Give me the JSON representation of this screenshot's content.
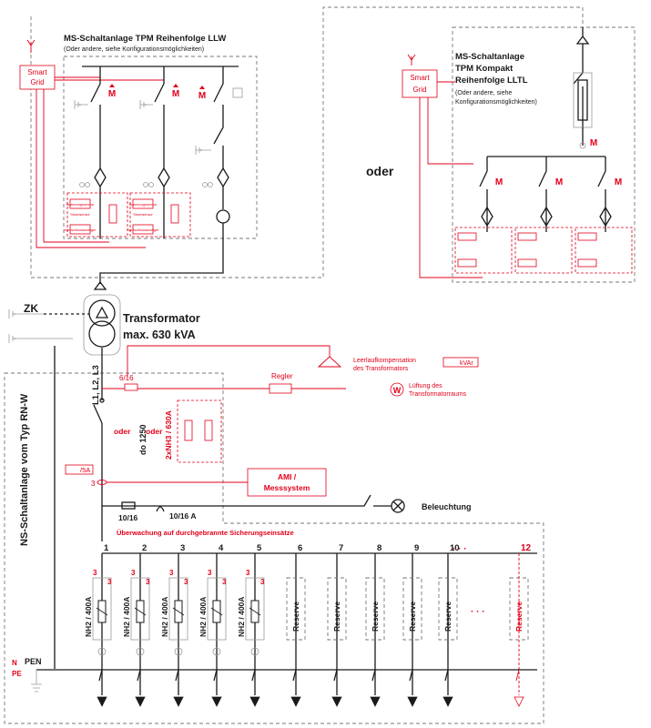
{
  "ms_llw": {
    "title": "MS-Schaltanlage TPM Reihenfolge LLW",
    "subtitle": "(Oder andere, siehe Konfigurationsmöglichkeiten)",
    "smart_grid": [
      "Smart",
      "Grid"
    ],
    "motor": "M",
    "spannungs": "Spannungssensor",
    "strom": "Stromsensor",
    "kurzschluss": "Kurzschlussanzeiger",
    "uberspannung": "Überspannungsschutz"
  },
  "ms_lltl": {
    "lines": [
      "MS-Schaltanlage",
      "TPM Kompakt",
      "Reihenfolge LLTL"
    ],
    "subtitle": [
      "(Oder andere, siehe",
      "Konfigurationsmöglichkeiten)"
    ],
    "smart_grid": [
      "Smart",
      "Grid"
    ],
    "motor": "M"
  },
  "oder_big": "oder",
  "zk": "ZK",
  "transformer": {
    "line1": "Transformator",
    "line2": "max. 630 kVA"
  },
  "ns": {
    "vertical_title": "NS-Schaltanlage vom Typ RN-W"
  },
  "phases": "L1, L2, L3",
  "labels": {
    "fuse_6_16": "6/16",
    "regler": "Regler",
    "leerlauf": [
      "Leerlaufkompensation",
      "des Transformators"
    ],
    "kvar": "kVAr",
    "w": "W",
    "lueftung": [
      "Lüftung des",
      "Transformatorraums"
    ],
    "oder1": "oder",
    "oder2": "oder",
    "do1250": "do 1250",
    "nh3": "2xNH3 / 630A",
    "ct": "/5A",
    "three": "3",
    "ami": [
      "AMI /",
      "Messsystem"
    ],
    "beleuchtung": "Beleuchtung",
    "f1016": "10/16",
    "f1016a": "10/16 A",
    "ueberwachung": "Überwachung auf durchgebrannte Sicherungseinsätze",
    "n": "N",
    "pe": "PE",
    "pen": "PEN",
    "dots": "· · ·",
    "dots2": "· · ·"
  },
  "feeders": [
    {
      "num": "1",
      "label": "NH2 / 400A"
    },
    {
      "num": "2",
      "label": "NH2 / 400A"
    },
    {
      "num": "3",
      "label": "NH2 / 400A"
    },
    {
      "num": "4",
      "label": "NH2 / 400A"
    },
    {
      "num": "5",
      "label": "NH2 / 400A"
    },
    {
      "num": "6",
      "label": "Reserve"
    },
    {
      "num": "7",
      "label": "Reserve"
    },
    {
      "num": "8",
      "label": "Reserve"
    },
    {
      "num": "9",
      "label": "Reserve"
    },
    {
      "num": "10",
      "label": "Reserve"
    },
    {
      "num": "12",
      "label": "Reserve"
    }
  ],
  "colors": {
    "accent": "#e2001a",
    "line": "#1a1a1a",
    "frame": "#777777"
  }
}
